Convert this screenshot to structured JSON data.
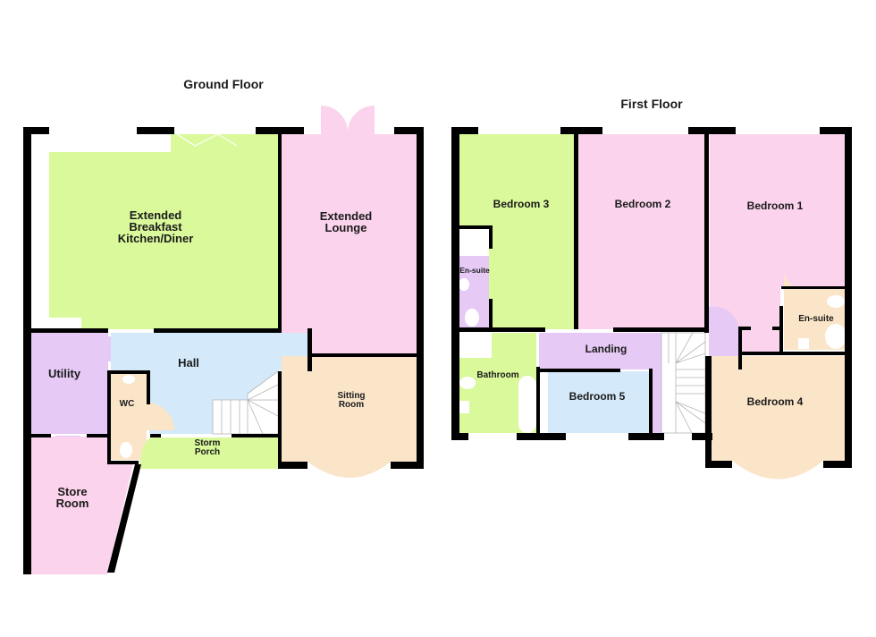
{
  "colors": {
    "green": "#d9f99a",
    "pink": "#fbd3ec",
    "blue": "#d4e9f9",
    "peach": "#fbe5c9",
    "lilac": "#e6c9f5",
    "wall": "#000000",
    "background": "#ffffff"
  },
  "ground_floor": {
    "title": "Ground Floor",
    "rooms": {
      "kitchen": {
        "line1": "Extended",
        "line2": "Breakfast",
        "line3": "Kitchen/Diner"
      },
      "lounge": {
        "line1": "Extended",
        "line2": "Lounge"
      },
      "utility": {
        "label": "Utility"
      },
      "hall": {
        "label": "Hall"
      },
      "wc": {
        "label": "WC"
      },
      "storm_porch": {
        "line1": "Storm",
        "line2": "Porch"
      },
      "sitting_room": {
        "line1": "Sitting",
        "line2": "Room"
      },
      "store_room": {
        "line1": "Store",
        "line2": "Room"
      }
    }
  },
  "first_floor": {
    "title": "First Floor",
    "rooms": {
      "bedroom3": {
        "label": "Bedroom 3"
      },
      "bedroom2": {
        "label": "Bedroom 2"
      },
      "bedroom1": {
        "label": "Bedroom 1"
      },
      "ensuite_b3": {
        "label": "En-suite"
      },
      "ensuite_b1": {
        "label": "En-suite"
      },
      "landing": {
        "label": "Landing"
      },
      "bathroom": {
        "label": "Bathroom"
      },
      "bedroom5": {
        "label": "Bedroom 5"
      },
      "bedroom4": {
        "label": "Bedroom 4"
      }
    }
  }
}
